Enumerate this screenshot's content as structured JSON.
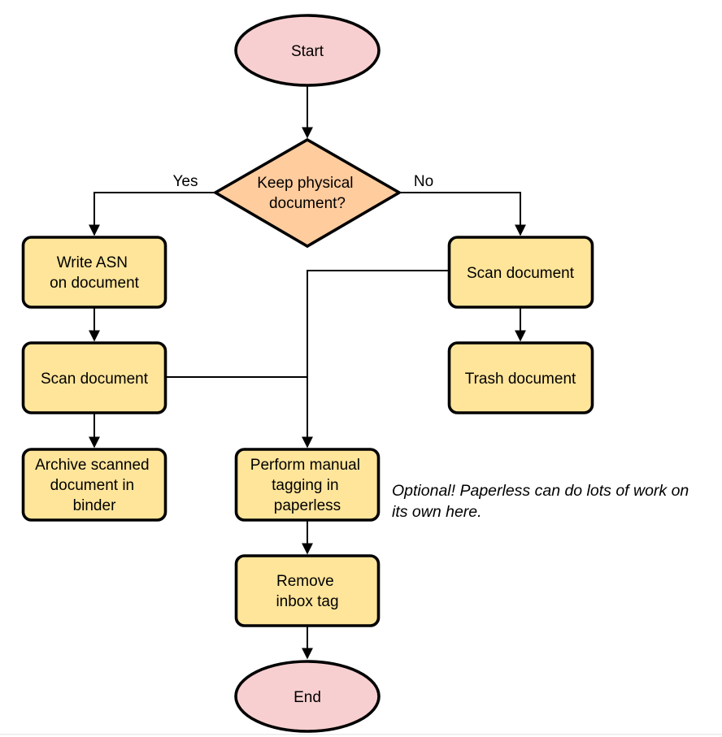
{
  "diagram": {
    "nodes": {
      "start": {
        "lines": [
          "Start"
        ]
      },
      "decision": {
        "lines": [
          "Keep physical",
          "document?"
        ]
      },
      "write_asn": {
        "lines": [
          "Write ASN",
          "on document"
        ]
      },
      "scan_left": {
        "lines": [
          "Scan document"
        ]
      },
      "archive": {
        "lines": [
          "Archive scanned",
          "document in",
          "binder"
        ]
      },
      "scan_right": {
        "lines": [
          "Scan document"
        ]
      },
      "trash": {
        "lines": [
          "Trash document"
        ]
      },
      "tagging": {
        "lines": [
          "Perform manual",
          "tagging in",
          "paperless"
        ]
      },
      "remove_inbox": {
        "lines": [
          "Remove",
          "inbox tag"
        ]
      },
      "end": {
        "lines": [
          "End"
        ]
      }
    },
    "edge_labels": {
      "yes": "Yes",
      "no": "No"
    },
    "annotation": {
      "lines": [
        "Optional! Paperless can do lots of work on",
        "its own here."
      ]
    },
    "colors": {
      "terminal_fill": "#f8cfd0",
      "decision_fill": "#ffcc9e",
      "process_fill": "#ffe59a",
      "stroke": "#000000",
      "connector": "#000000",
      "bottom_edge": "#ebebeb"
    }
  }
}
